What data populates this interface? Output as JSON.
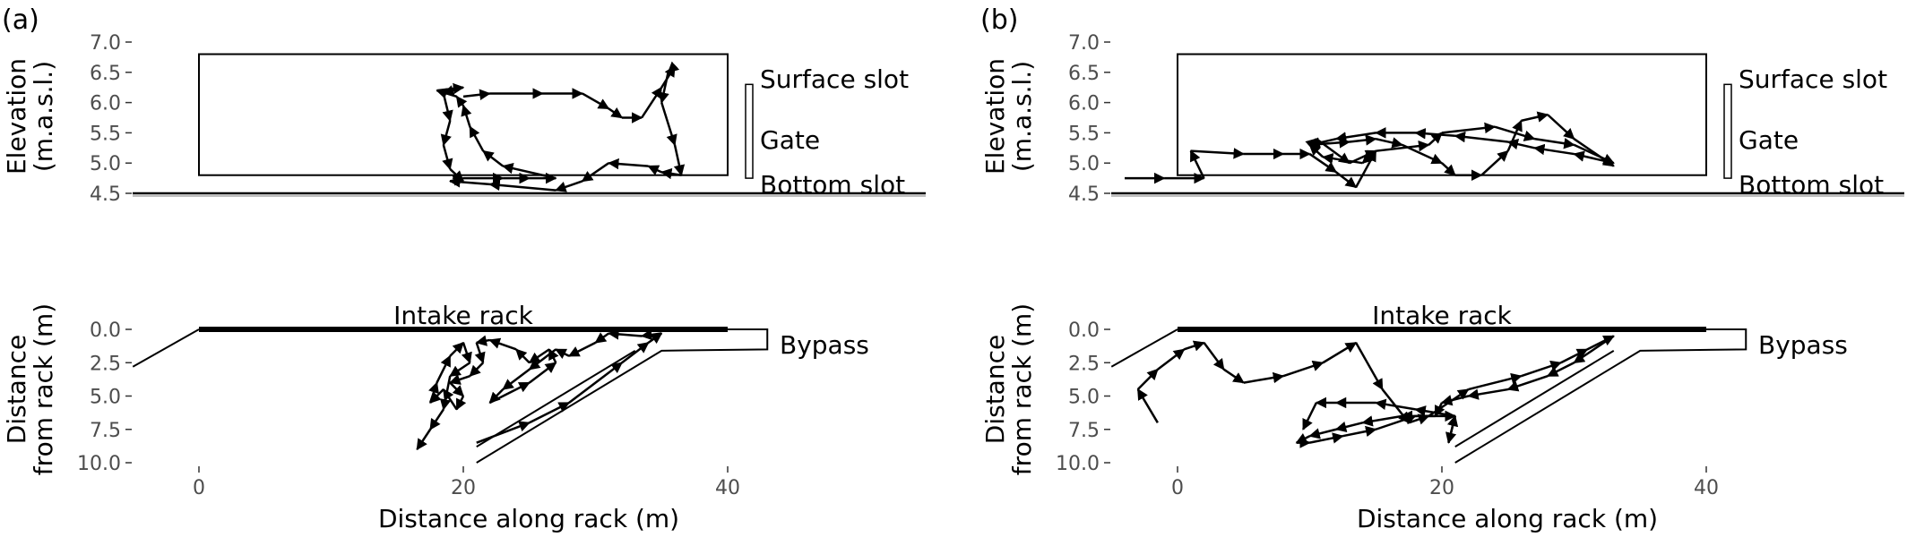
{
  "chart_data": [
    {
      "panel_label": "(a)",
      "type": "line",
      "elevation_plot": {
        "ylabel_line1": "Elevation",
        "ylabel_line2": "(m.a.s.l.)",
        "ylim": [
          4.5,
          7.0
        ],
        "yticks": [
          "7.0",
          "6.5",
          "6.0",
          "5.5",
          "5.0",
          "4.5"
        ],
        "yticks_values": [
          7.0,
          6.5,
          6.0,
          5.5,
          5.0,
          4.5
        ],
        "annotations": {
          "surface": "Surface slot",
          "gate": "Gate",
          "bottom": "Bottom slot"
        },
        "track": [
          [
            20,
            6.1
          ],
          [
            22,
            6.15
          ],
          [
            26,
            6.15
          ],
          [
            29,
            6.15
          ],
          [
            31,
            5.9
          ],
          [
            32,
            5.75
          ],
          [
            33.5,
            5.75
          ],
          [
            35,
            6.25
          ],
          [
            36,
            6.6
          ],
          [
            35.5,
            6.5
          ],
          [
            35,
            6.0
          ],
          [
            36,
            5.3
          ],
          [
            36.5,
            4.8
          ],
          [
            35,
            4.85
          ],
          [
            34,
            4.95
          ],
          [
            31,
            5.0
          ],
          [
            29,
            4.7
          ],
          [
            27,
            4.55
          ],
          [
            22,
            4.65
          ],
          [
            19,
            4.7
          ],
          [
            20,
            4.75
          ],
          [
            23,
            4.75
          ],
          [
            25,
            4.75
          ],
          [
            27,
            4.75
          ],
          [
            23,
            4.95
          ],
          [
            21.5,
            5.2
          ],
          [
            20.5,
            5.6
          ],
          [
            20,
            5.95
          ],
          [
            19.5,
            6.1
          ],
          [
            18,
            6.2
          ],
          [
            20,
            6.25
          ],
          [
            18.5,
            6.15
          ],
          [
            19,
            5.7
          ],
          [
            18.5,
            5.3
          ],
          [
            19,
            4.9
          ],
          [
            20,
            4.7
          ]
        ]
      },
      "plan_plot": {
        "ylabel_line1": "Distance",
        "ylabel_line2": "from rack (m)",
        "ylim": [
          10.0,
          0.0
        ],
        "yticks": [
          "0.0",
          "2.5",
          "5.0",
          "7.5",
          "10.0"
        ],
        "yticks_values": [
          0.0,
          2.5,
          5.0,
          7.5,
          10.0
        ],
        "xlabel": "Distance along rack (m)",
        "xlim": [
          -5,
          44
        ],
        "xticks": [
          "0",
          "20",
          "40"
        ],
        "xticks_values": [
          0,
          20,
          40
        ],
        "annotations": {
          "rack": "Intake rack",
          "bypass": "Bypass"
        },
        "track": [
          [
            21,
            8.5
          ],
          [
            25,
            7.0
          ],
          [
            28,
            5.5
          ],
          [
            32,
            2.5
          ],
          [
            34,
            1.0
          ],
          [
            35,
            0.3
          ],
          [
            33.5,
            0.5
          ],
          [
            31,
            0.3
          ],
          [
            30,
            1.0
          ],
          [
            28,
            2.0
          ],
          [
            27,
            1.5
          ],
          [
            25,
            3.0
          ],
          [
            23,
            4.5
          ],
          [
            22,
            5.5
          ],
          [
            25,
            4.0
          ],
          [
            27,
            2.5
          ],
          [
            26.5,
            1.5
          ],
          [
            25,
            2.5
          ],
          [
            24,
            1.5
          ],
          [
            22,
            0.8
          ],
          [
            21,
            1.0
          ],
          [
            21.5,
            2.5
          ],
          [
            20.5,
            3.5
          ],
          [
            19,
            4.0
          ],
          [
            20,
            5.0
          ],
          [
            19.5,
            6.0
          ],
          [
            18.5,
            4.5
          ],
          [
            17.5,
            5.5
          ],
          [
            18,
            4.0
          ],
          [
            19,
            2.0
          ],
          [
            20,
            1.0
          ],
          [
            20.5,
            2.5
          ],
          [
            19,
            3.5
          ],
          [
            18.5,
            6.0
          ],
          [
            17.5,
            7.5
          ],
          [
            16.5,
            9.0
          ]
        ]
      }
    },
    {
      "panel_label": "(b)",
      "type": "line",
      "elevation_plot": {
        "ylabel_line1": "Elevation",
        "ylabel_line2": "(m.a.s.l.)",
        "ylim": [
          4.5,
          7.0
        ],
        "yticks": [
          "7.0",
          "6.5",
          "6.0",
          "5.5",
          "5.0",
          "4.5"
        ],
        "yticks_values": [
          7.0,
          6.5,
          6.0,
          5.5,
          5.0,
          4.5
        ],
        "annotations": {
          "surface": "Surface slot",
          "gate": "Gate",
          "bottom": "Bottom slot"
        },
        "track": [
          [
            -4,
            4.75
          ],
          [
            -1,
            4.75
          ],
          [
            2,
            4.75
          ],
          [
            1,
            5.2
          ],
          [
            5,
            5.15
          ],
          [
            8,
            5.15
          ],
          [
            10,
            5.15
          ],
          [
            12,
            4.85
          ],
          [
            13.5,
            4.6
          ],
          [
            15,
            5.2
          ],
          [
            14,
            5.0
          ],
          [
            11,
            5.1
          ],
          [
            10,
            5.3
          ],
          [
            10.5,
            5.4
          ],
          [
            13,
            5.0
          ],
          [
            15,
            5.2
          ],
          [
            19,
            5.3
          ],
          [
            20,
            5.5
          ],
          [
            24,
            5.6
          ],
          [
            27,
            5.4
          ],
          [
            30,
            5.3
          ],
          [
            33,
            5.0
          ],
          [
            30,
            5.15
          ],
          [
            27,
            5.25
          ],
          [
            25,
            5.35
          ],
          [
            21,
            5.45
          ],
          [
            18,
            5.5
          ],
          [
            15,
            5.5
          ],
          [
            12,
            5.4
          ],
          [
            10,
            5.3
          ],
          [
            13,
            5.35
          ],
          [
            15,
            5.4
          ],
          [
            17,
            5.3
          ],
          [
            20,
            5.0
          ],
          [
            21,
            4.8
          ],
          [
            23,
            4.8
          ],
          [
            25,
            5.2
          ],
          [
            26,
            5.7
          ],
          [
            28,
            5.8
          ],
          [
            30,
            5.4
          ],
          [
            33,
            4.95
          ]
        ]
      },
      "plan_plot": {
        "ylabel_line1": "Distance",
        "ylabel_line2": "from rack (m)",
        "ylim": [
          10.0,
          0.0
        ],
        "yticks": [
          "0.0",
          "2.5",
          "5.0",
          "7.5",
          "10.0"
        ],
        "yticks_values": [
          0.0,
          2.5,
          5.0,
          7.5,
          10.0
        ],
        "xlabel": "Distance along rack (m)",
        "xlim": [
          -5,
          44
        ],
        "xticks": [
          "0",
          "20",
          "40"
        ],
        "xticks_values": [
          0,
          20,
          40
        ],
        "annotations": {
          "rack": "Intake rack",
          "bypass": "Bypass"
        },
        "track": [
          [
            -1.5,
            7.0
          ],
          [
            -3,
            4.5
          ],
          [
            -1.5,
            3.0
          ],
          [
            0.5,
            1.5
          ],
          [
            2,
            1.0
          ],
          [
            3.5,
            3.0
          ],
          [
            5,
            4.0
          ],
          [
            8,
            3.5
          ],
          [
            11,
            2.5
          ],
          [
            13.5,
            1.0
          ],
          [
            15.5,
            4.5
          ],
          [
            17.5,
            7.0
          ],
          [
            19,
            6.5
          ],
          [
            22,
            4.5
          ],
          [
            26,
            3.5
          ],
          [
            29,
            2.5
          ],
          [
            31,
            1.5
          ],
          [
            33,
            0.5
          ],
          [
            30,
            2.5
          ],
          [
            28,
            3.5
          ],
          [
            25,
            4.5
          ],
          [
            22,
            5.0
          ],
          [
            20,
            5.5
          ],
          [
            19.5,
            6.5
          ],
          [
            17,
            6.5
          ],
          [
            14,
            7.0
          ],
          [
            12,
            7.5
          ],
          [
            10,
            8.0
          ],
          [
            9,
            8.5
          ],
          [
            10,
            8.5
          ],
          [
            12.5,
            8.0
          ],
          [
            15,
            7.5
          ],
          [
            18,
            6.5
          ],
          [
            21,
            6.5
          ],
          [
            20.5,
            8.5
          ],
          [
            21,
            6.5
          ],
          [
            18,
            6.0
          ],
          [
            15,
            5.5
          ],
          [
            12,
            5.5
          ],
          [
            10.5,
            5.5
          ],
          [
            9.5,
            7.5
          ]
        ]
      }
    }
  ]
}
